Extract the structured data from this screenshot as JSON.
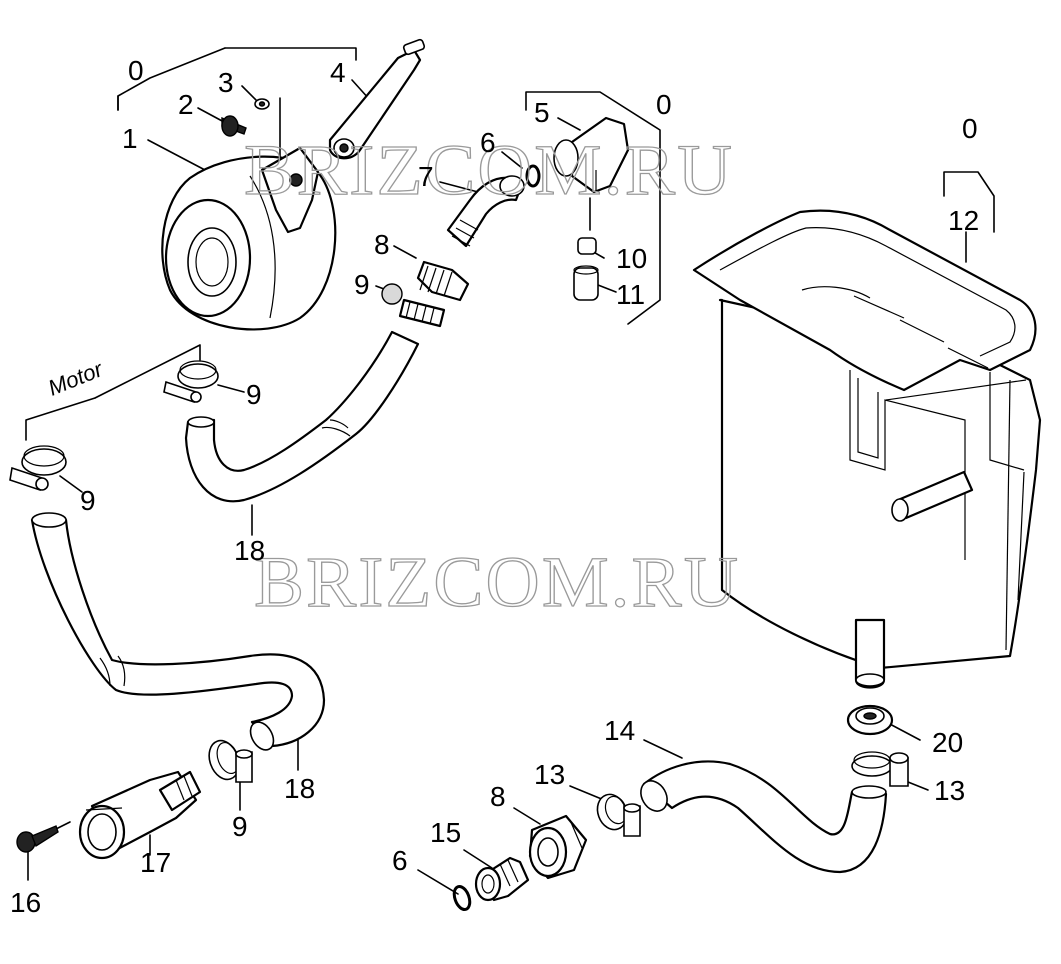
{
  "motor_label": "Motor",
  "watermark": "BRIZCOM.RU",
  "callouts": {
    "c0a": "0",
    "c0b": "0",
    "c0c": "0",
    "c1": "1",
    "c2": "2",
    "c3": "3",
    "c4": "4",
    "c5": "5",
    "c6a": "6",
    "c6b": "6",
    "c7": "7",
    "c8a": "8",
    "c8b": "8",
    "c9a": "9",
    "c9b": "9",
    "c9c": "9",
    "c9d": "9",
    "c10": "10",
    "c11": "11",
    "c12": "12",
    "c13a": "13",
    "c13b": "13",
    "c14": "14",
    "c15": "15",
    "c16": "16",
    "c17": "17",
    "c18a": "18",
    "c18b": "18",
    "c20": "20"
  },
  "colors": {
    "line": "#000000",
    "watermark": "#9a9a9a",
    "background": "#ffffff"
  }
}
